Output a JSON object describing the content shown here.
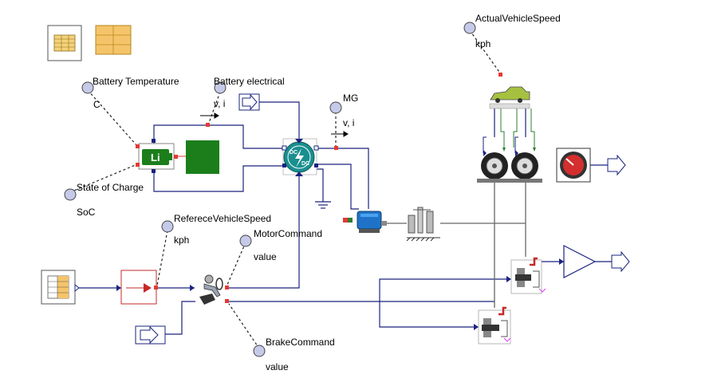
{
  "colors": {
    "wire": "#1a237e",
    "gnd": "#1a237e",
    "signal": "#222222",
    "green_wire": "#2e7d32",
    "node_fill": "#c5cae9",
    "port_red": "#e53935",
    "battery_green": "#1b7e1b",
    "dcdc_teal": "#1a8f8f"
  },
  "labels": {
    "battery_temperature": "Battery Temperature",
    "battery_temperature_unit": "C",
    "battery_electrical": "Battery electrical",
    "battery_electrical_unit": "v, i",
    "mg": "MG",
    "mg_unit": "v, i",
    "state_of_charge": "State of Charge",
    "state_of_charge_unit": "SoC",
    "reference_vehicle_speed": "RefereceVehicleSpeed",
    "reference_vehicle_speed_unit": "kph",
    "motor_command": "MotorCommand",
    "motor_command_unit": "value",
    "brake_command": "BrakeCommand",
    "brake_command_unit": "value",
    "actual_vehicle_speed": "ActualVehicleSpeed",
    "actual_vehicle_speed_unit": "kph",
    "battery_cell_text": "Li",
    "dcdc_text_top": "DC",
    "dcdc_text_bottom": "DC"
  }
}
